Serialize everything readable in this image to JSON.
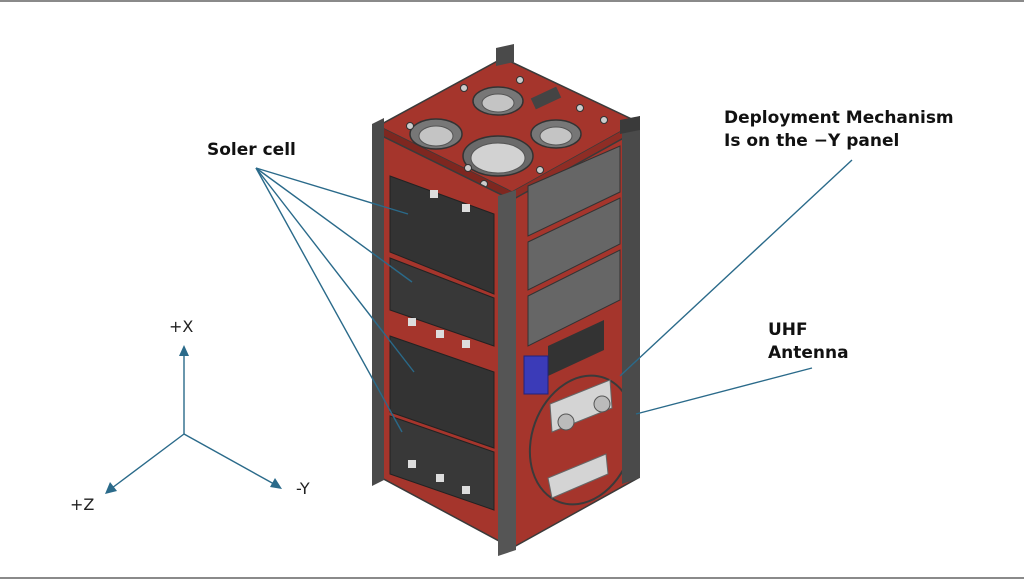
{
  "labels": {
    "solar_cell": "Soler cell",
    "deployment_line1": "Deployment Mechanism",
    "deployment_line2": "Is on the −Y panel",
    "uhf_line1": "UHF",
    "uhf_line2": "Antenna"
  },
  "axes": {
    "plus_x": "+X",
    "plus_z": "+Z",
    "minus_y": "-Y"
  },
  "colors": {
    "panel_red": "#a5352c",
    "panel_red_dark": "#7e2720",
    "frame_gray": "#4a4a4a",
    "solar_cell": "#333333",
    "leader_line": "#2a6a8a",
    "antenna_bracket": "#3b3bb8"
  }
}
